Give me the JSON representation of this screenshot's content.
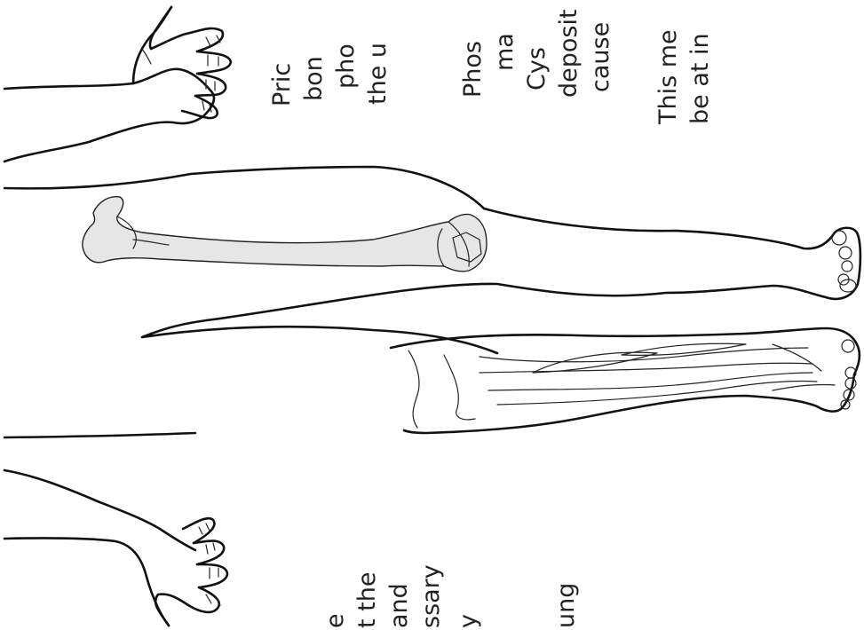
{
  "top_right_text": {
    "line_1": "Pric",
    "line_2": "bon",
    "line_3": "pho",
    "line_4": "the u",
    "line_5": "Phos",
    "line_6": "ma",
    "line_7": "Cys",
    "line_8": "deposit",
    "line_9": "cause",
    "line_10": "This me",
    "line_11": "be at in"
  },
  "bottom_left_text": {
    "line_1": "e",
    "line_2": "t the",
    "line_3": "and",
    "line_4": "ssary",
    "line_5": "y",
    "line_6": "ung"
  }
}
